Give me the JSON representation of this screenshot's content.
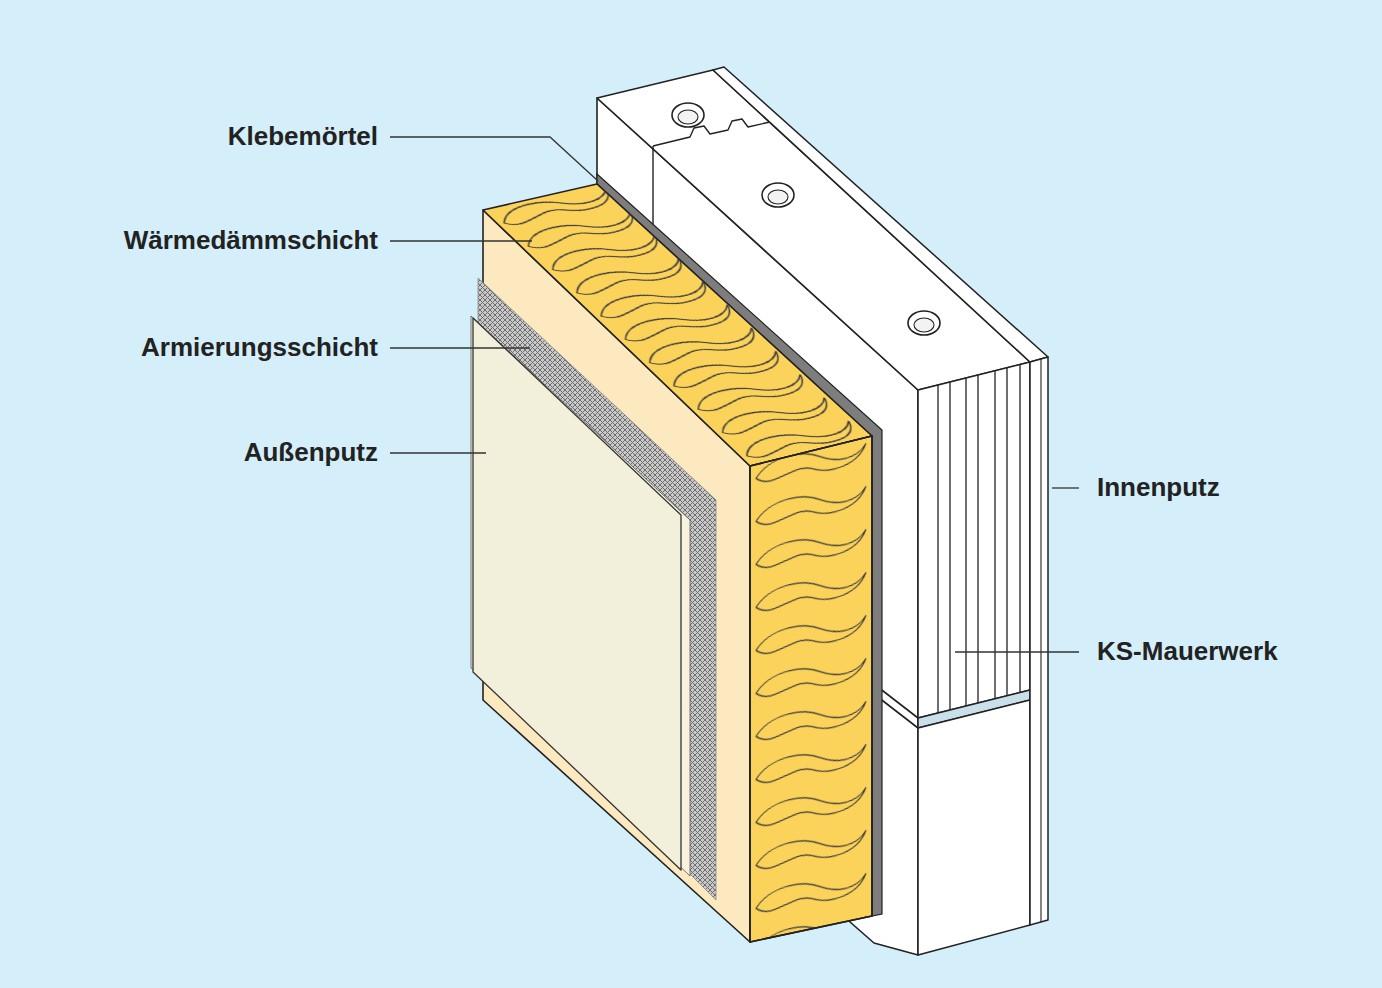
{
  "diagram": {
    "labels": [
      "Klebemörtel",
      "Wärmedämmschicht",
      "Armierungsschicht",
      "Außenputz",
      "Innenputz",
      "KS-Mauerwerk"
    ]
  }
}
